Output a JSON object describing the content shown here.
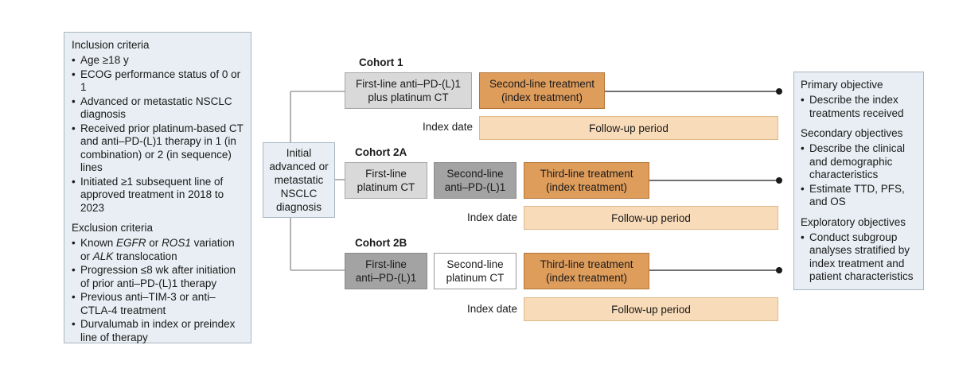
{
  "inclusion": {
    "title": "Inclusion criteria",
    "items": [
      "Age ≥18 y",
      "ECOG performance status of 0 or 1",
      "Advanced or metastatic NSCLC diagnosis",
      "Received prior platinum-based CT and anti–PD-(L)1 therapy in 1 (in combination) or 2 (in sequence) lines",
      "Initiated ≥1 subsequent line of approved treatment in 2018 to 2023"
    ]
  },
  "exclusion": {
    "title": "Exclusion criteria",
    "item1": {
      "pre": "Known ",
      "egfr": "EGFR",
      "mid": " or ",
      "ros1": "ROS1",
      "mid2": " variation or ",
      "alk": "ALK",
      "post": " translocation"
    },
    "items": [
      "Progression ≤8 wk after initiation of prior anti–PD-(L)1 therapy",
      "Previous anti–TIM-3 or anti–CTLA-4 treatment",
      "Durvalumab in index or preindex line of therapy"
    ]
  },
  "initial_box": "Initial\nadvanced or\nmetastatic\nNSCLC\ndiagnosis",
  "cohorts": [
    {
      "label": "Cohort 1",
      "boxes": [
        "First-line anti–PD-(L)1\nplus platinum CT",
        "Second-line treatment\n(index treatment)"
      ],
      "index_date": "Index date",
      "followup": "Follow-up period"
    },
    {
      "label": "Cohort 2A",
      "boxes": [
        "First-line\nplatinum CT",
        "Second-line\nanti–PD-(L)1",
        "Third-line treatment\n(index treatment)"
      ],
      "index_date": "Index date",
      "followup": "Follow-up period"
    },
    {
      "label": "Cohort 2B",
      "boxes": [
        "First-line\nanti–PD-(L)1",
        "Second-line\nplatinum CT",
        "Third-line treatment\n(index treatment)"
      ],
      "index_date": "Index date",
      "followup": "Follow-up period"
    }
  ],
  "objectives": {
    "primary": {
      "title": "Primary objective",
      "items": [
        "Describe the index treatments received"
      ]
    },
    "secondary": {
      "title": "Secondary objectives",
      "items": [
        "Describe the clinical and demographic characteristics",
        "Estimate TTD, PFS, and OS"
      ]
    },
    "exploratory": {
      "title": "Exploratory objectives",
      "items": [
        "Conduct subgroup analyses stratified by index treatment and patient characteristics"
      ]
    }
  }
}
